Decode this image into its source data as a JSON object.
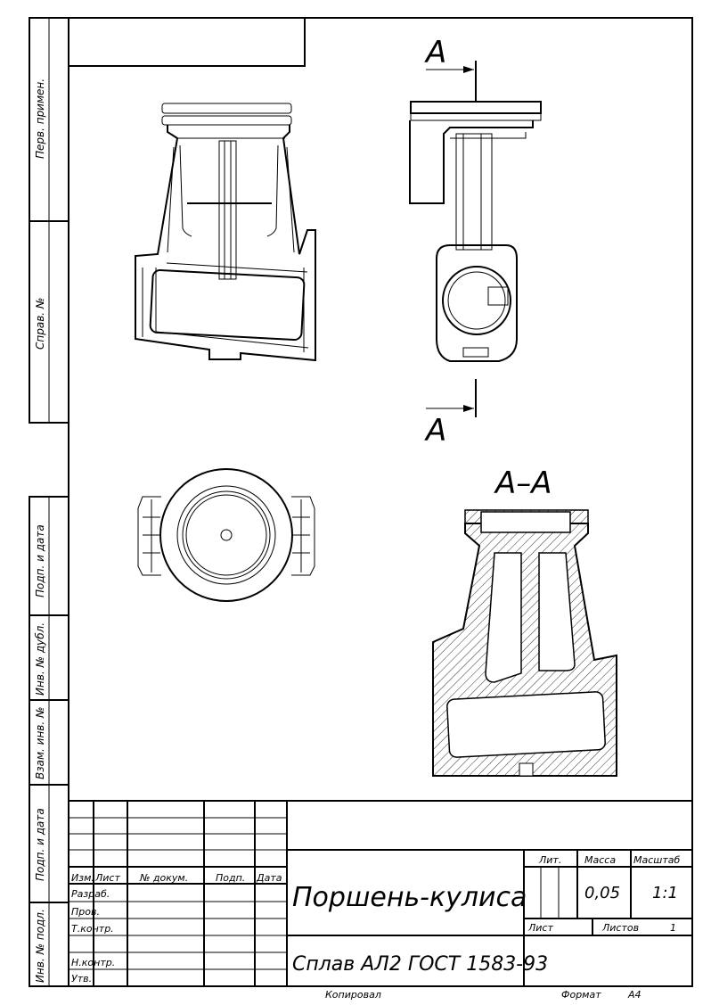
{
  "sheet": {
    "format_label": "Формат",
    "format_value": "A4",
    "copied_label": "Копировал"
  },
  "side_labels": {
    "perv_primen": "Перв. примен.",
    "sprav_no": "Справ. №",
    "podp_i_data_1": "Подп. и дата",
    "inv_no_dubl": "Инв. № дубл.",
    "vzam_inv_no": "Взам. инв. №",
    "podp_i_data_2": "Подп. и дата",
    "inv_no_podl": "Инв. № подл."
  },
  "views": {
    "section_marker_top": "A",
    "section_marker_bottom": "A",
    "section_title": "A–A"
  },
  "title_block": {
    "col_izm": "Изм.",
    "col_list": "Лист",
    "col_doc": "№ докум.",
    "col_podp": "Подп.",
    "col_data": "Дата",
    "razrab": "Разраб.",
    "prov": "Пров.",
    "tkontr": "Т.контр.",
    "nkontr": "Н.контр.",
    "utv": "Утв.",
    "part_name": "Поршень-кулиса",
    "material": "Сплав АЛ2  ГОСТ 1583-93",
    "lit_label": "Лит.",
    "mass_label": "Масса",
    "scale_label": "Масштаб",
    "mass_value": "0,05",
    "scale_value": "1:1",
    "sheet_label": "Лист",
    "sheets_label": "Листов",
    "sheets_value": "1"
  }
}
